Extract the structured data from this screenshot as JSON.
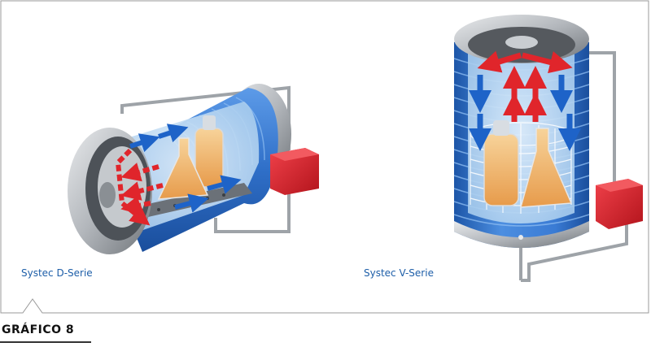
{
  "captions": {
    "d_series": "Systec D-Serie",
    "v_series": "Systec V-Serie"
  },
  "figure_label": "GRÁFICO 8",
  "colors": {
    "frame": "#9a9a9a",
    "caption": "#1d5ea8",
    "vessel_blue": "#2e6fc4",
    "steel": "#b9bcc0",
    "heater_red": "#d8202a",
    "arrow_red": "#e0252b",
    "arrow_blue": "#1e63c8",
    "liquid": "#f0b56a"
  }
}
